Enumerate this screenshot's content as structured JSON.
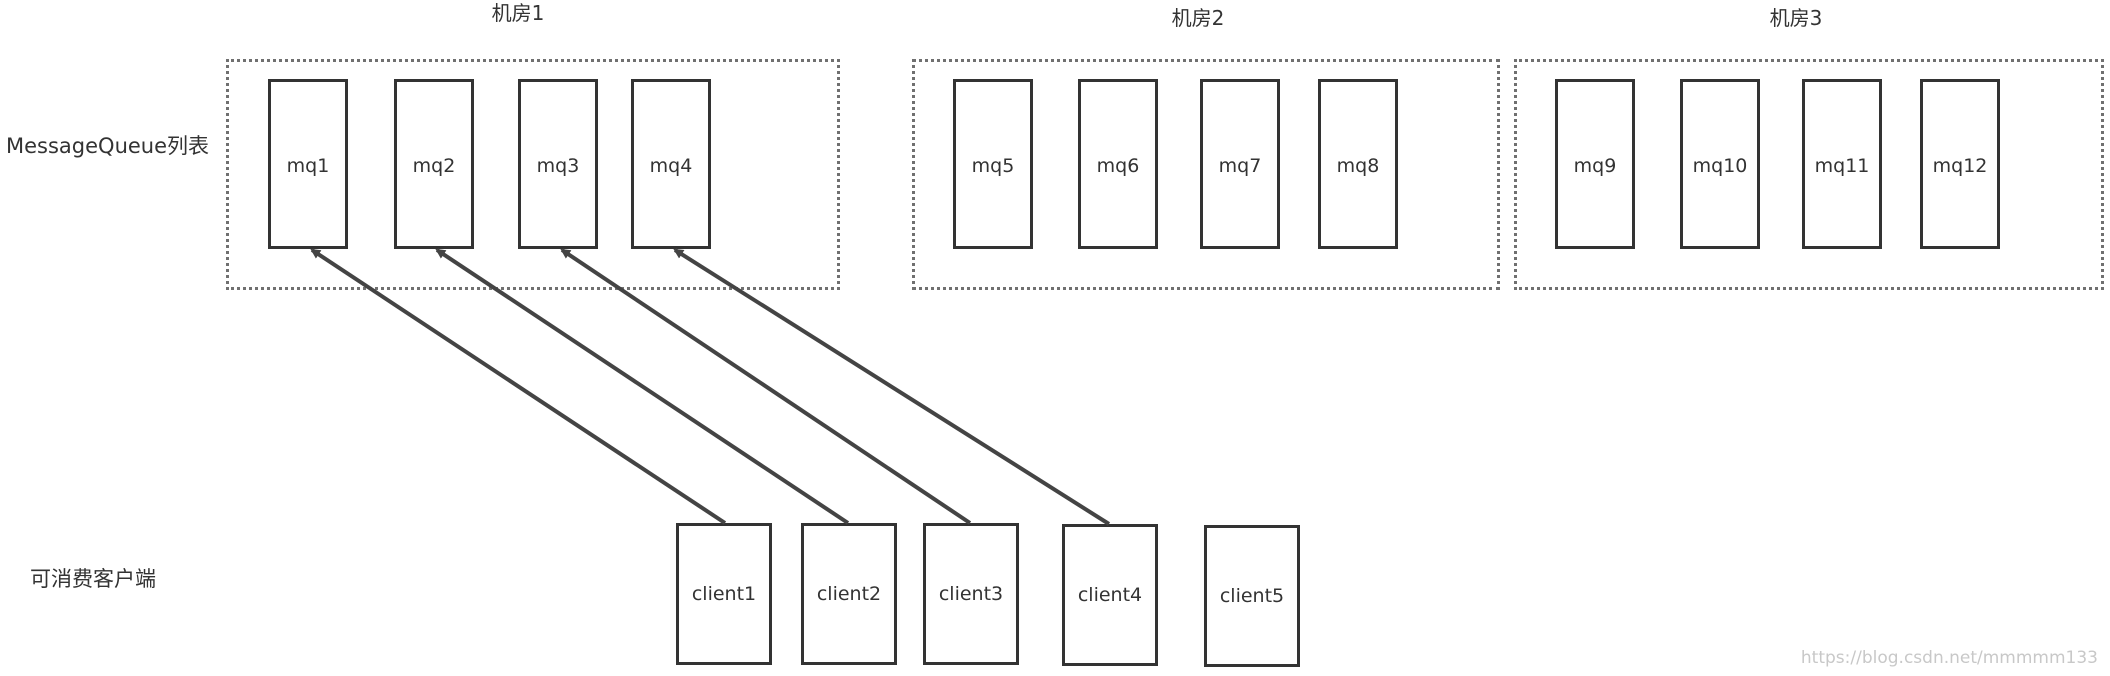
{
  "labels": {
    "message_queue_list": "MessageQueue列表",
    "consumer_clients": "可消费客户端"
  },
  "rooms": [
    {
      "title": "机房1"
    },
    {
      "title": "机房2"
    },
    {
      "title": "机房3"
    }
  ],
  "queues": [
    "mq1",
    "mq2",
    "mq3",
    "mq4",
    "mq5",
    "mq6",
    "mq7",
    "mq8",
    "mq9",
    "mq10",
    "mq11",
    "mq12"
  ],
  "clients": [
    "client1",
    "client2",
    "client3",
    "client4",
    "client5"
  ],
  "edges": [
    {
      "from": "client1",
      "to": "mq1"
    },
    {
      "from": "client2",
      "to": "mq2"
    },
    {
      "from": "client3",
      "to": "mq3"
    },
    {
      "from": "client4",
      "to": "mq4"
    }
  ],
  "watermark": "https://blog.csdn.net/mmmmm133",
  "colors": {
    "stroke": "#333333",
    "arrow": "#444444",
    "room_border": "#707070",
    "watermark": "#c8c8c8"
  }
}
